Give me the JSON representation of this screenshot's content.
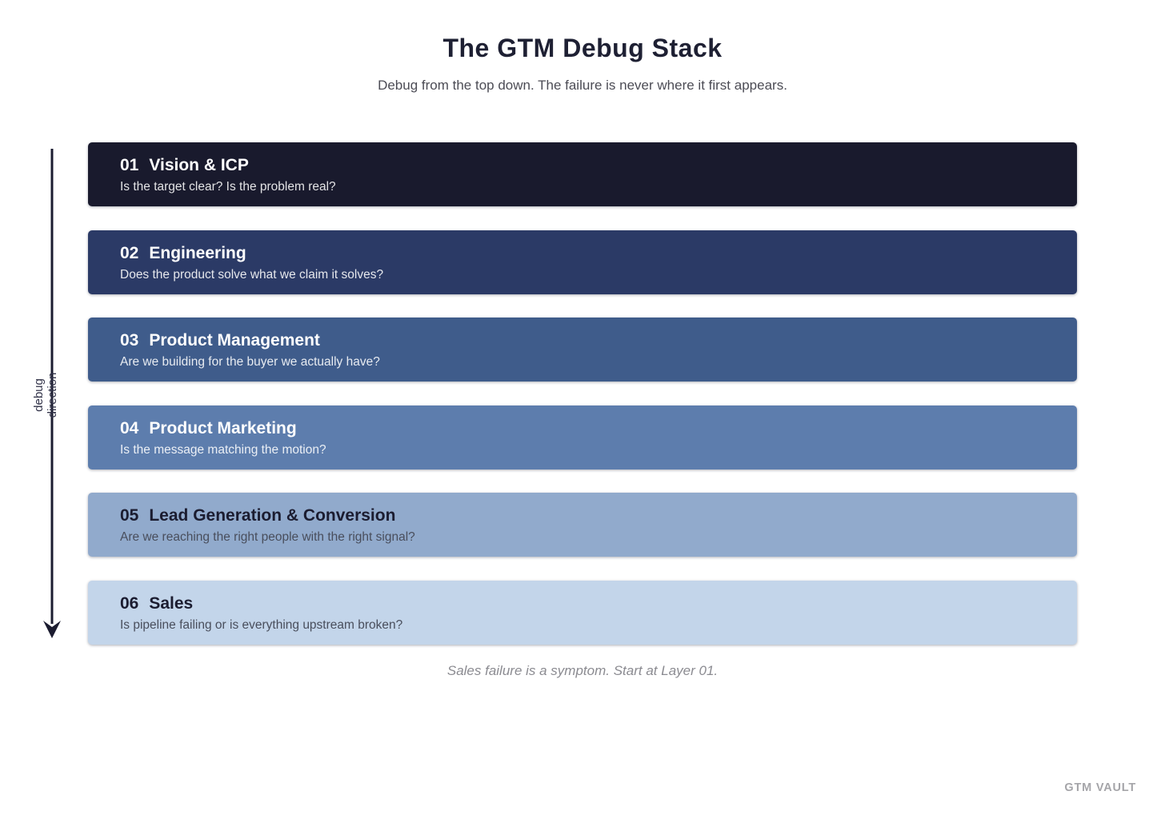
{
  "header": {
    "title": "The GTM Debug Stack",
    "subtitle": "Debug from the top down. The failure is never where it first appears."
  },
  "arrow": {
    "label_line1": "debug",
    "label_line2": "direction",
    "color": "#1b1c30"
  },
  "layers": [
    {
      "number": "01",
      "name": "Vision & ICP",
      "question": "Is the target clear? Is the problem real?",
      "bg": "#191a2d",
      "theme": "light"
    },
    {
      "number": "02",
      "name": "Engineering",
      "question": "Does the product solve what we claim it solves?",
      "bg": "#2b3a66",
      "theme": "light"
    },
    {
      "number": "03",
      "name": "Product Management",
      "question": "Are we building for the buyer we actually have?",
      "bg": "#3f5c8b",
      "theme": "light"
    },
    {
      "number": "04",
      "name": "Product Marketing",
      "question": "Is the message matching the motion?",
      "bg": "#5d7dad",
      "theme": "light"
    },
    {
      "number": "05",
      "name": "Lead Generation & Conversion",
      "question": "Are we reaching the right people with the right signal?",
      "bg": "#91aacc",
      "theme": "dark"
    },
    {
      "number": "06",
      "name": "Sales",
      "question": "Is pipeline failing or is everything upstream broken?",
      "bg": "#c3d5ea",
      "theme": "dark"
    }
  ],
  "footer": {
    "note": "Sales failure is a symptom. Start at Layer 01.",
    "watermark": "GTM VAULT"
  }
}
